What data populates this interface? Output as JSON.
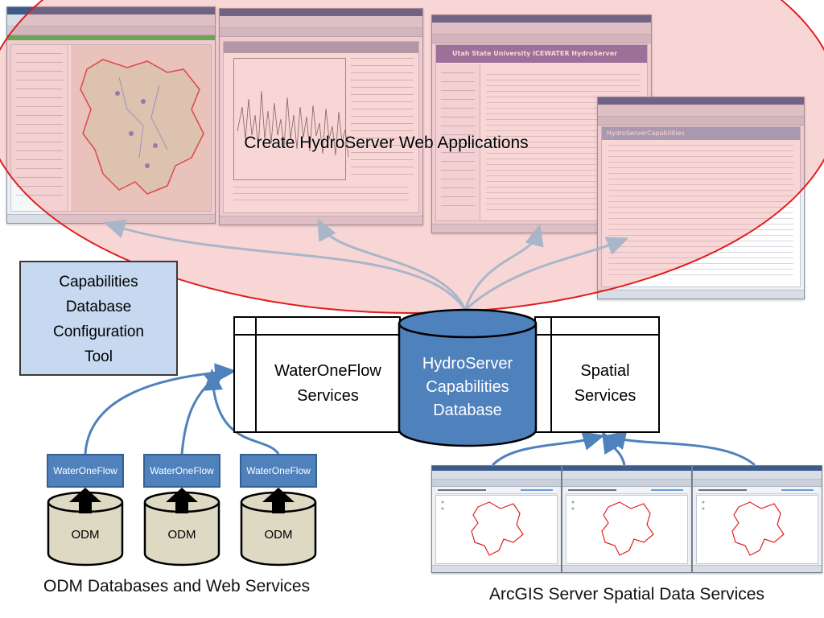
{
  "web_apps": {
    "title": "Create HydroServer Web Applications",
    "app_banner": "Utah State University ICEWATER HydroServer",
    "capabilities_heading": "HydroServerCapabilities"
  },
  "config_tool": {
    "label_lines": [
      "Capabilities",
      "Database",
      "Configuration",
      "Tool"
    ]
  },
  "services": {
    "wateroneflow_lines": [
      "WaterOneFlow",
      "Services"
    ],
    "spatial_lines": [
      "Spatial",
      "Services"
    ]
  },
  "database": {
    "label_lines": [
      "HydroServer",
      "Capabilities",
      "Database"
    ]
  },
  "odm_sources": [
    {
      "service_label": "WaterOneFlow",
      "db_label": "ODM"
    },
    {
      "service_label": "WaterOneFlow",
      "db_label": "ODM"
    },
    {
      "service_label": "WaterOneFlow",
      "db_label": "ODM"
    }
  ],
  "captions": {
    "odm": "ODM Databases and Web Services",
    "arcgis": "ArcGIS Server Spatial Data Services"
  },
  "colors": {
    "ellipse_stroke": "#e01a1a",
    "ellipse_fill": "#eb7878",
    "config_fill": "#c6d9f0",
    "db_fill": "#4f81bd",
    "odm_fill": "#ddd9c3",
    "arrow": "#4f81bd"
  },
  "icons": {
    "db_cylinder": "database-cylinder-icon",
    "up_arrow": "black-up-arrow-icon",
    "curved_arrow": "curved-arrow"
  }
}
